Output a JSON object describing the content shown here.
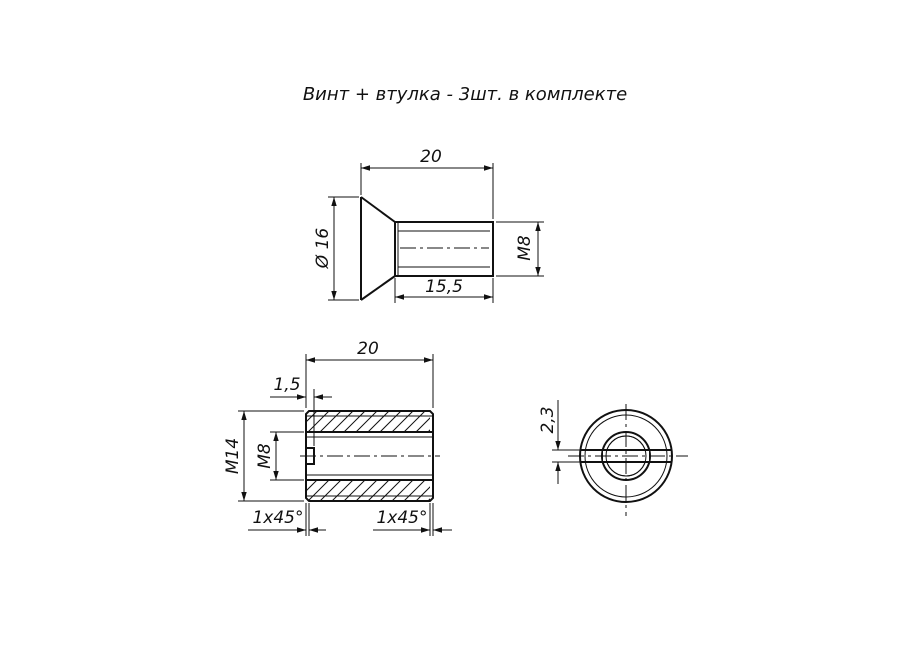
{
  "title": "Винт + втулка - 3шт. в комплекте",
  "screw": {
    "length": "20",
    "head_diameter": "Ø 16",
    "thread": "M8",
    "thread_length": "15,5"
  },
  "bushing": {
    "length": "20",
    "slot_depth": "1,5",
    "outer_thread": "M14",
    "inner_thread": "M8",
    "chamfer_left": "1x45°",
    "chamfer_right": "1x45°"
  },
  "end_view": {
    "slot_width": "2,3"
  }
}
